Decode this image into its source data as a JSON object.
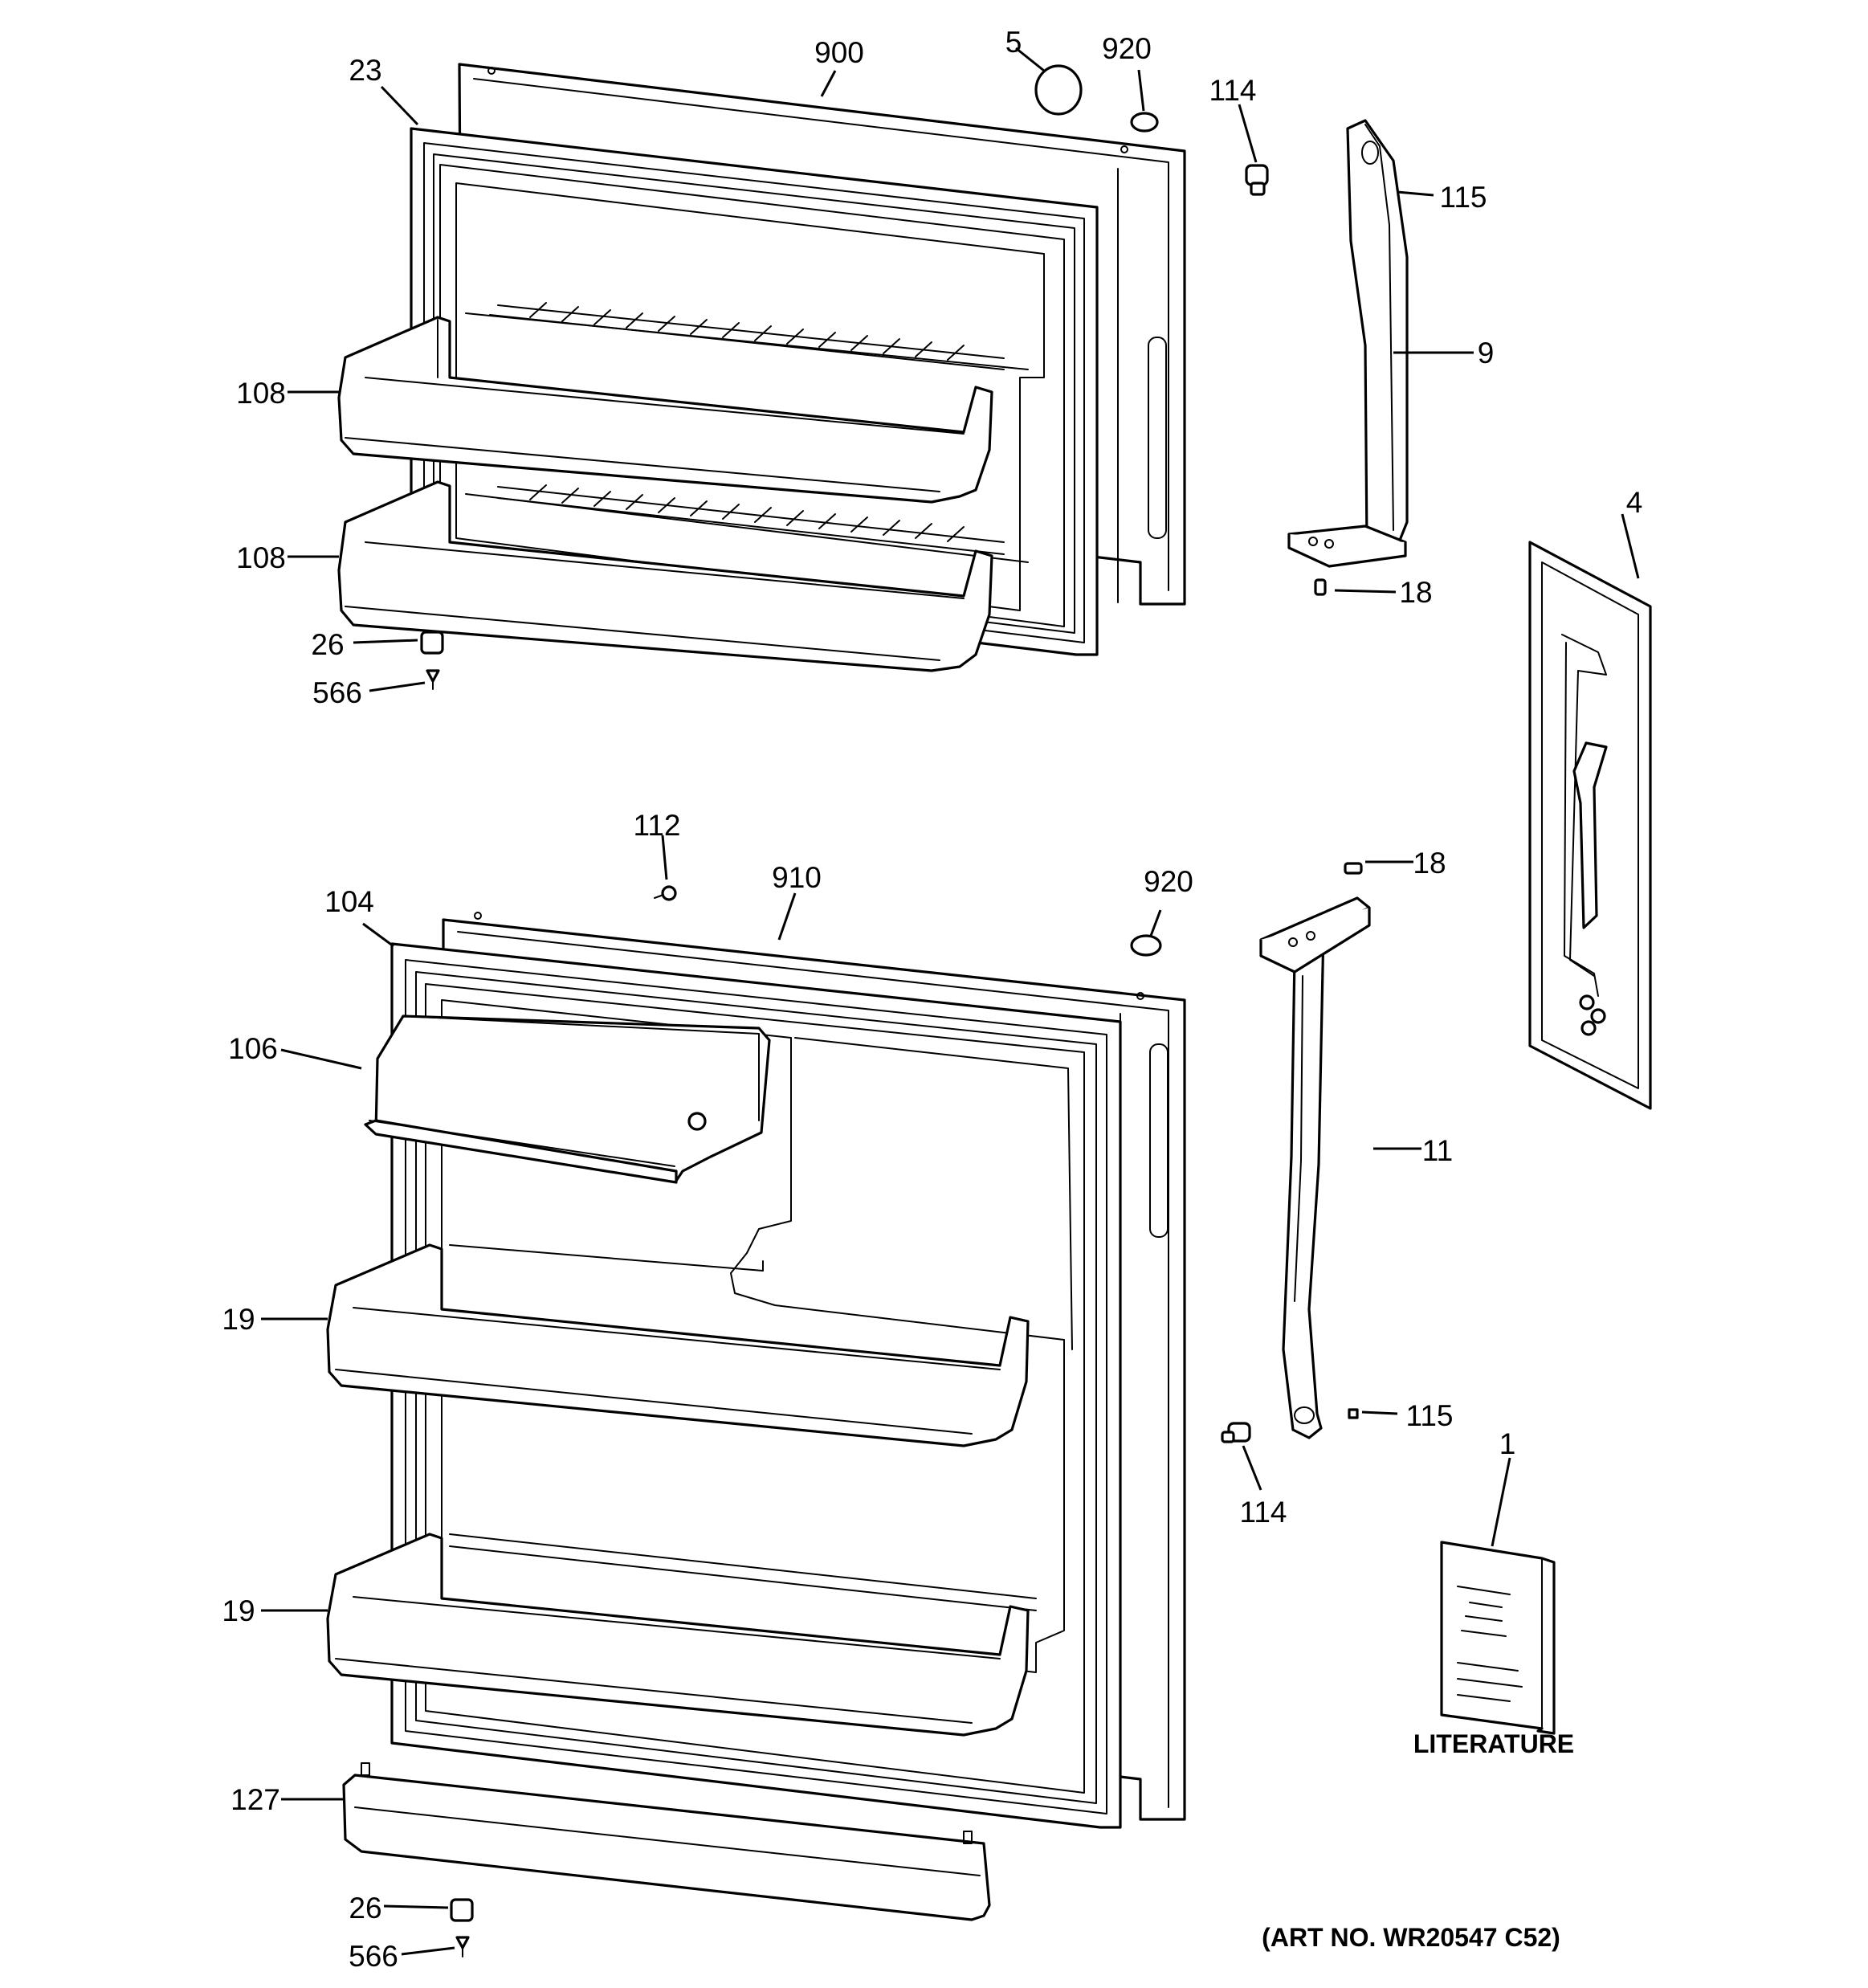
{
  "callouts": {
    "c23": "23",
    "c900": "900",
    "c5": "5",
    "c920a": "920",
    "c114a": "114",
    "c115a": "115",
    "c9": "9",
    "c108a": "108",
    "c108b": "108",
    "c4": "4",
    "c18a": "18",
    "c26a": "26",
    "c566a": "566",
    "c112": "112",
    "c910": "910",
    "c920b": "920",
    "c104": "104",
    "c18b": "18",
    "c106": "106",
    "c11": "11",
    "c19a": "19",
    "c115b": "115",
    "c114b": "114",
    "c1": "1",
    "c19b": "19",
    "c127": "127",
    "c26b": "26",
    "c566b": "566"
  },
  "literature_label": "LITERATURE",
  "art_number": "(ART NO. WR20547 C52)"
}
